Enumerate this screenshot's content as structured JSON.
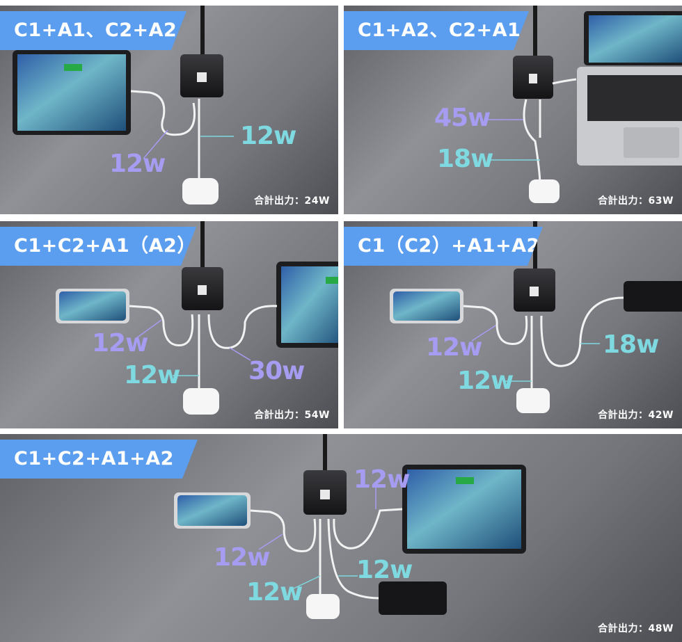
{
  "panels": [
    {
      "title": "C1+A1、C2+A2",
      "total": "合計出力：24W",
      "labels": [
        "12w",
        "12w"
      ]
    },
    {
      "title": "C1+A2、C2+A1",
      "total": "合計出力：63W",
      "labels": [
        "45w",
        "18w"
      ]
    },
    {
      "title": "C1+C2+A1（A2）",
      "total": "合計出力：54W",
      "labels": [
        "12w",
        "12w",
        "30w"
      ]
    },
    {
      "title": "C1（C2）+A1+A2",
      "total": "合計出力：42W",
      "labels": [
        "12w",
        "12w",
        "18w"
      ]
    },
    {
      "title": "C1+C2+A1+A2",
      "total": "合計出力：48W",
      "labels": [
        "12w",
        "12w",
        "12w",
        "12w"
      ]
    }
  ],
  "colors": {
    "tag_blue": "#5b9ef0",
    "watt_cyan": "#7fd9e0",
    "watt_violet": "#a69cf2",
    "cable_white": "#f2f2f2",
    "hub_black": "#1c1c1f"
  },
  "icons": [
    "usb-hub-icon",
    "tablet-icon",
    "laptop-icon",
    "smartphone-icon",
    "earbuds-case-icon",
    "power-bank-icon"
  ]
}
